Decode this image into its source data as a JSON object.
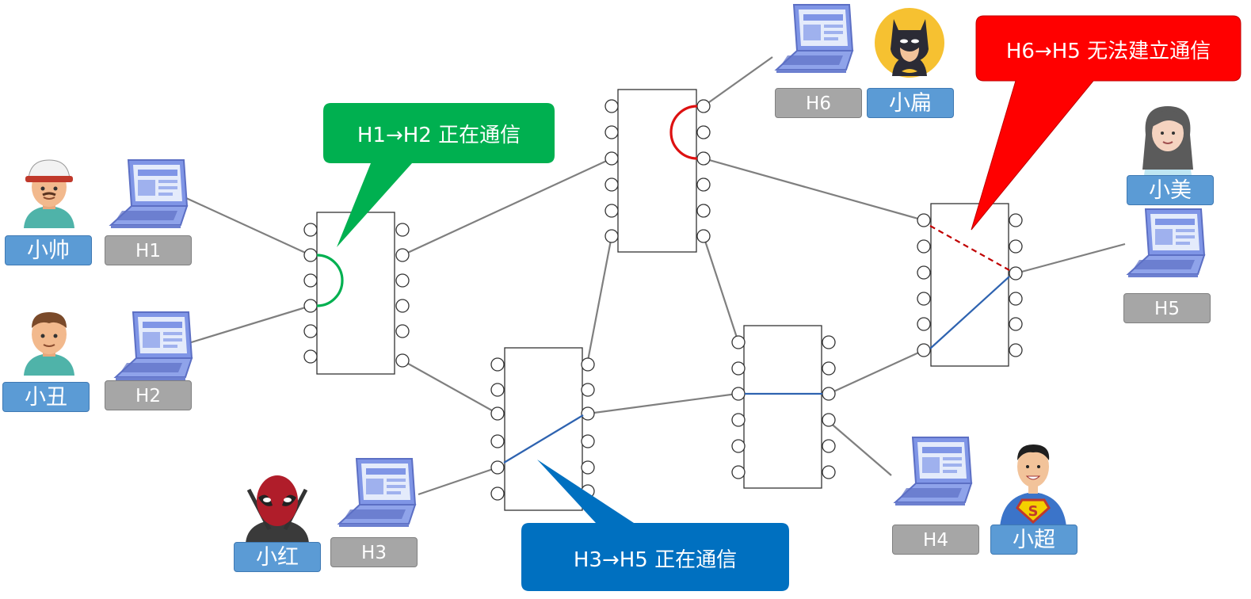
{
  "users": {
    "xiaoshuai": "小帅",
    "xiaochou": "小丑",
    "xiaohong": "小红",
    "xiaobian": "小扁",
    "xiaomei": "小美",
    "xiaochao": "小超"
  },
  "hosts": {
    "h1": "H1",
    "h2": "H2",
    "h3": "H3",
    "h4": "H4",
    "h5": "H5",
    "h6": "H6"
  },
  "callouts": {
    "h1_h2": "H1→H2 正在通信",
    "h3_h5": "H3→H5 正在通信",
    "h6_h5": "H6→H5 无法建立通信"
  },
  "colors": {
    "green": "#00b050",
    "blue": "#0070c0",
    "red": "#ff0000",
    "link": "#7f7f7f",
    "user_label": "#5b9bd5",
    "host_label": "#a6a6a6"
  },
  "icons": [
    "laptop-icon",
    "person-avatar-icon",
    "batman-avatar-icon",
    "deadpool-avatar-icon",
    "superman-avatar-icon"
  ]
}
